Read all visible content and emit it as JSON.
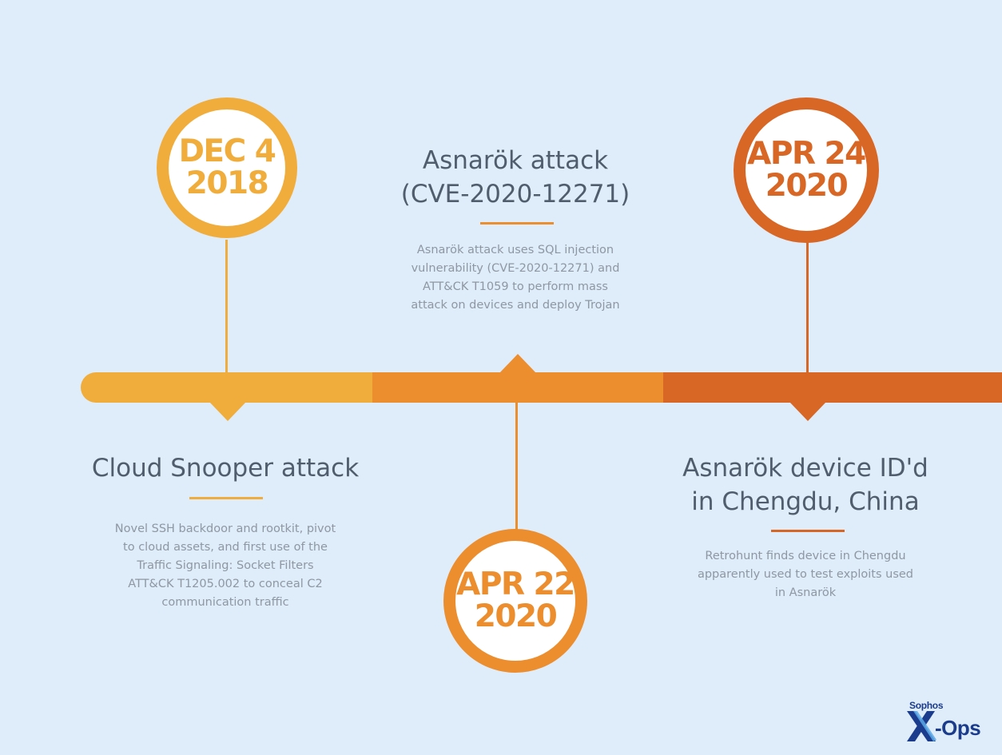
{
  "colors": {
    "background": "#dfecf9",
    "segment_1": "#f0ad3c",
    "segment_2": "#ec8d2e",
    "segment_3": "#d86726",
    "title_text": "#505d6c",
    "body_text": "#8e98a4",
    "logo": "#1b3c8c"
  },
  "events": [
    {
      "date_line1": "DEC 4",
      "date_line2": "2018",
      "title_line1": "Cloud Snooper attack",
      "title_line2": "",
      "description_lines": [
        "Novel SSH backdoor and rootkit, pivot",
        "to cloud assets, and first use of the",
        "Traffic Signaling: Socket Filters",
        "ATT&CK T1205.002 to conceal C2",
        "communication traffic"
      ]
    },
    {
      "date_line1": "APR 22",
      "date_line2": "2020",
      "title_line1": "Asnarök attack",
      "title_line2": "(CVE-2020-12271)",
      "description_lines": [
        "Asnarök attack uses SQL injection",
        "vulnerability (CVE-2020-12271) and",
        "ATT&CK T1059 to perform mass",
        "attack on devices and deploy Trojan"
      ]
    },
    {
      "date_line1": "APR 24",
      "date_line2": "2020",
      "title_line1": "Asnarök device ID'd",
      "title_line2": "in Chengdu, China",
      "description_lines": [
        "Retrohunt finds device in Chengdu",
        "apparently used to test exploits used",
        "in Asnarök"
      ]
    }
  ],
  "logo": {
    "top_text": "Sophos",
    "mark": "X",
    "suffix": "-Ops"
  }
}
